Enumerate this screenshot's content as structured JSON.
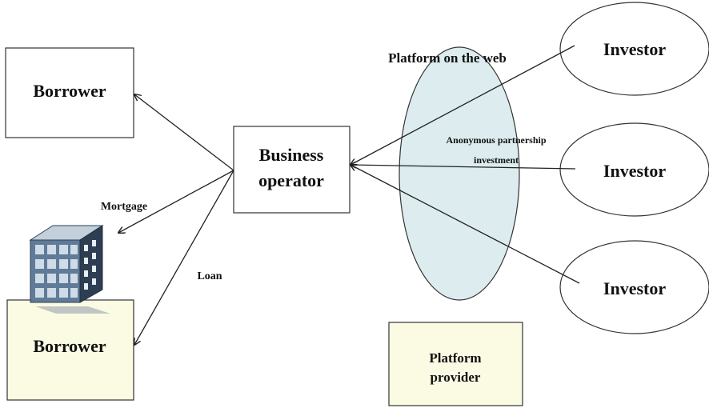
{
  "nodes": {
    "borrower_top": {
      "label": "Borrower"
    },
    "borrower_bottom": {
      "label": "Borrower"
    },
    "business_operator": {
      "line1": "Business",
      "line2": "operator"
    },
    "platform_web": {
      "label": "Platform on the web"
    },
    "platform_provider": {
      "line1": "Platform",
      "line2": "provider"
    },
    "investor_1": {
      "label": "Investor"
    },
    "investor_2": {
      "label": "Investor"
    },
    "investor_3": {
      "label": "Investor"
    }
  },
  "edges": {
    "mortgage": {
      "label": "Mortgage"
    },
    "loan": {
      "label": "Loan"
    },
    "investment": {
      "line1": "Anonymous partnership",
      "line2": "investment"
    }
  },
  "icons": {
    "building": "office-building-icon"
  },
  "colors": {
    "platform_fill": "#dcecef",
    "provider_fill": "#fbfbe3",
    "borrower_bottom_fill": "#fbfbe3",
    "stroke": "#333333",
    "building_window": "#4a6684",
    "building_front": "#2d3e52"
  }
}
